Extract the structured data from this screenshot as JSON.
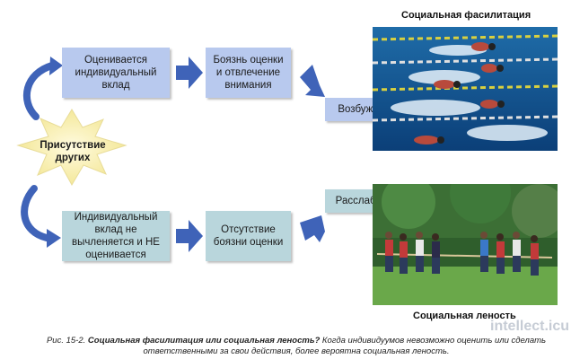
{
  "top_row": {
    "box1": "Оценивается индивидуальный вклад",
    "box2": "Боязнь оценки и отвлечение внимания",
    "result": "Возбуждение"
  },
  "center": {
    "label": "Присутствие других"
  },
  "bottom_row": {
    "box1": "Индивидуальный вклад не вычленяется и НЕ оценивается",
    "box2": "Отсутствие боязни оценки",
    "result": "Расслабление"
  },
  "photos": {
    "top_title": "Социальная фасилитация",
    "bottom_title": "Социальная леность"
  },
  "caption": {
    "prefix": "Рис. 15-2.",
    "bold": "Социальная фасилитация или социальная леность?",
    "text": "Когда индивидуумов невозможно оценить или сделать ответственными за свои действия, более вероятна социальная леность."
  },
  "watermark": {
    "text": "intellect.icu"
  },
  "colors": {
    "top_box": "#b8c9ee",
    "bottom_box": "#b9d6dc",
    "arrow": "#3f63b8",
    "star": "#fbf4b6"
  }
}
